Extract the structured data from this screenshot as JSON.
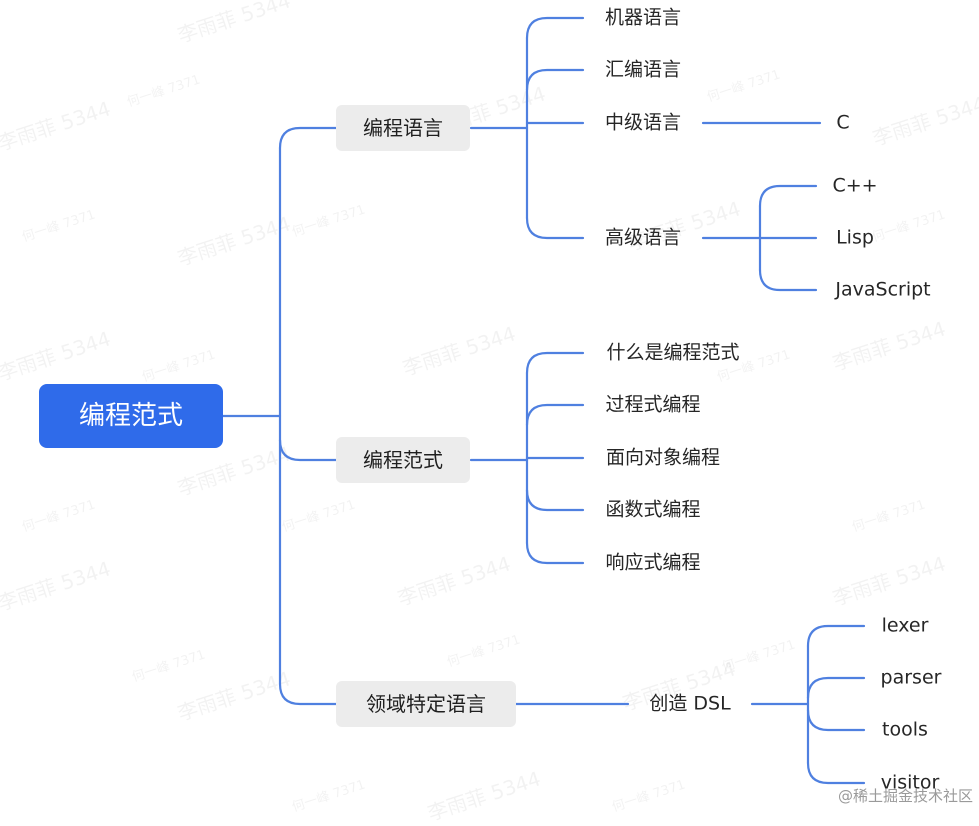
{
  "root": "编程范式",
  "branches": [
    {
      "label": "编程语言",
      "children": [
        {
          "label": "机器语言"
        },
        {
          "label": "汇编语言"
        },
        {
          "label": "中级语言",
          "children": [
            "C"
          ]
        },
        {
          "label": "高级语言",
          "children": [
            "C++",
            "Lisp",
            "JavaScript"
          ]
        }
      ]
    },
    {
      "label": "编程范式",
      "children": [
        {
          "label": "什么是编程范式"
        },
        {
          "label": "过程式编程"
        },
        {
          "label": "面向对象编程"
        },
        {
          "label": "函数式编程"
        },
        {
          "label": "响应式编程"
        }
      ]
    },
    {
      "label": "领域特定语言",
      "children": [
        {
          "label": "创造 DSL",
          "children": [
            "lexer",
            "parser",
            "tools",
            "visitor"
          ]
        }
      ]
    }
  ],
  "watermarks": [
    "李雨菲 5344",
    "何一峰 7371"
  ],
  "credit": "@稀土掘金技术社区",
  "colors": {
    "connector": "#4f80e0",
    "root_fill": "#2f6bea",
    "branch_fill": "#ececec"
  }
}
